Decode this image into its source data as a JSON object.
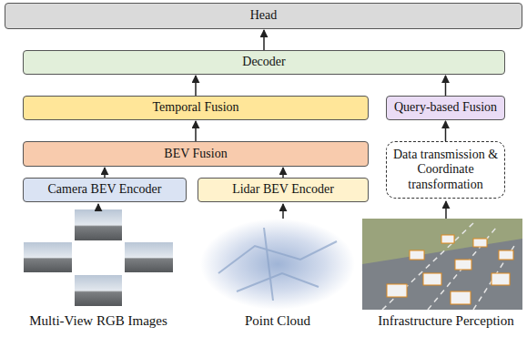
{
  "diagram": {
    "nodes": [
      {
        "text": [
          "Head"
        ]
      },
      {
        "text": [
          "Decoder"
        ]
      },
      {
        "text": [
          "Temporal Fusion"
        ]
      },
      {
        "text": [
          "Query-based Fusion"
        ]
      },
      {
        "text": [
          "BEV Fusion"
        ]
      },
      {
        "text": [
          "Data transmission & Coordinate transformation"
        ]
      },
      {
        "text": [
          "Camera BEV Encoder"
        ]
      },
      {
        "text": [
          "Lidar BEV Encoder"
        ]
      }
    ],
    "edges": [
      {
        "from": 1,
        "to": 0,
        "arrow": "to"
      },
      {
        "from": 2,
        "to": 1,
        "arrow": "to"
      },
      {
        "from": 3,
        "to": 1,
        "arrow": "to"
      },
      {
        "from": 4,
        "to": 2,
        "arrow": "to"
      },
      {
        "from": 5,
        "to": 3,
        "arrow": "to"
      },
      {
        "from": 6,
        "to": 4,
        "arrow": "to"
      },
      {
        "from": 7,
        "to": 4,
        "arrow": "to"
      }
    ],
    "labels": [
      "Multi-View RGB Images",
      "Point Cloud",
      "Infrastructure Perception"
    ]
  }
}
